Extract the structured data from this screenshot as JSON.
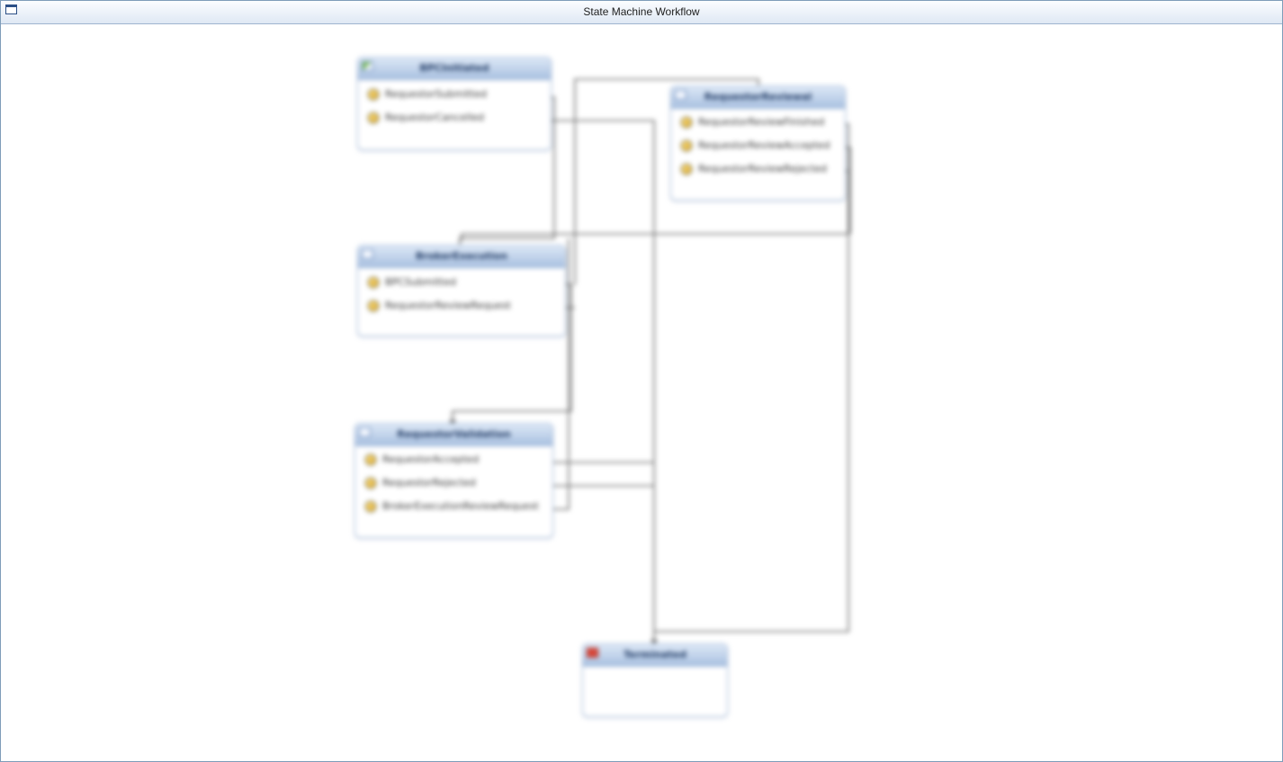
{
  "window": {
    "title": "State Machine Workflow"
  },
  "states": {
    "initiated": {
      "name": "BPCInitiated",
      "events": [
        "RequestorSubmitted",
        "RequestorCancelled"
      ]
    },
    "review": {
      "name": "RequestorReviewal",
      "events": [
        "RequestorReviewFinished",
        "RequestorReviewAccepted",
        "RequestorReviewRejected"
      ]
    },
    "broker": {
      "name": "BrokerExecution",
      "events": [
        "BPCSubmitted",
        "RequestorReviewRequest"
      ]
    },
    "validation": {
      "name": "RequestorValidation",
      "events": [
        "RequestorAccepted",
        "RequestorRejected",
        "BrokerExecutionReviewRequest"
      ]
    },
    "terminated": {
      "name": "Terminated",
      "events": []
    }
  },
  "colors": {
    "wire": "#666666",
    "header_top": "#dde8f6",
    "header_bottom": "#a8c0e0",
    "border": "#a9bfdc"
  }
}
